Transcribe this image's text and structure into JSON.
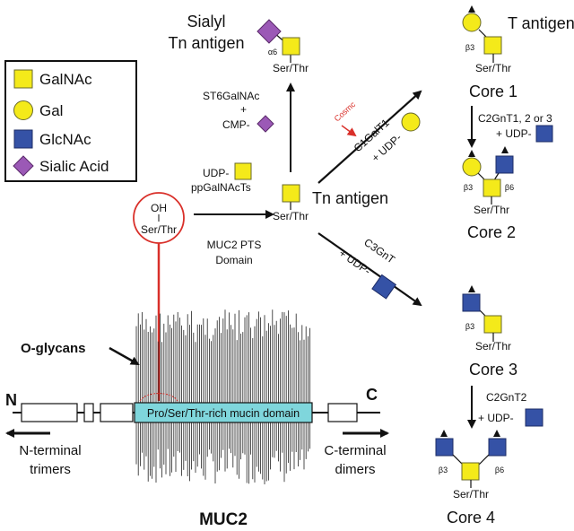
{
  "legend": {
    "items": [
      {
        "label": "GalNAc",
        "symbol": "square",
        "color": "#f4ea1a"
      },
      {
        "label": "Gal",
        "symbol": "circle",
        "color": "#f4ea1a"
      },
      {
        "label": "GlcNAc",
        "symbol": "square",
        "color": "#3552a6"
      },
      {
        "label": "Sialic Acid",
        "symbol": "diamond",
        "color": "#9b59b6"
      }
    ]
  },
  "colors": {
    "galnac": "#f4ea1a",
    "gal": "#f4ea1a",
    "glcnac": "#3552a6",
    "sialic": "#9b59b6",
    "highlight": "#d9302a",
    "domain": "#7fd6dc"
  },
  "start": {
    "oh": "OH",
    "residue": "Ser/Thr"
  },
  "step1": {
    "donor": "UDP-",
    "enzyme": "ppGalNAcTs"
  },
  "domain_note": {
    "line1": "MUC2 PTS",
    "line2": "Domain"
  },
  "tn": {
    "name": "Tn antigen",
    "residue": "Ser/Thr"
  },
  "sialyl_tn": {
    "line1": "Sialyl",
    "line2": "Tn antigen",
    "linkage": "α6",
    "residue": "Ser/Thr"
  },
  "st6": {
    "enzyme": "ST6GalNAc",
    "plus": "+",
    "donor": "CMP-"
  },
  "c1": {
    "chaperone": "Cosmc",
    "enzyme": "C1GalT1",
    "donor": "+ UDP-"
  },
  "c3": {
    "enzyme": "C3GnT",
    "donor": "+ UDP-"
  },
  "core1": {
    "name": "Core 1",
    "antigen": "T antigen",
    "linkage": "β3",
    "residue": "Ser/Thr"
  },
  "c2gnt": {
    "enzyme": "C2GnT1, 2 or 3",
    "donor": "+ UDP-"
  },
  "core2": {
    "name": "Core 2",
    "link_a": "β3",
    "link_b": "β6",
    "residue": "Ser/Thr"
  },
  "core3": {
    "name": "Core 3",
    "linkage": "β3",
    "residue": "Ser/Thr"
  },
  "c2gnt2": {
    "enzyme": "C2GnT2",
    "donor": "+ UDP-"
  },
  "core4": {
    "name": "Core 4",
    "link_a": "β3",
    "link_b": "β6",
    "residue": "Ser/Thr"
  },
  "protein": {
    "o_glycans": "O-glycans",
    "n_end": "N",
    "c_end": "C",
    "domain_label": "Pro/Ser/Thr-rich mucin domain",
    "n_terminal_line1": "N-terminal",
    "n_terminal_line2": "trimers",
    "c_terminal_line1": "C-terminal",
    "c_terminal_line2": "dimers",
    "name": "MUC2"
  }
}
